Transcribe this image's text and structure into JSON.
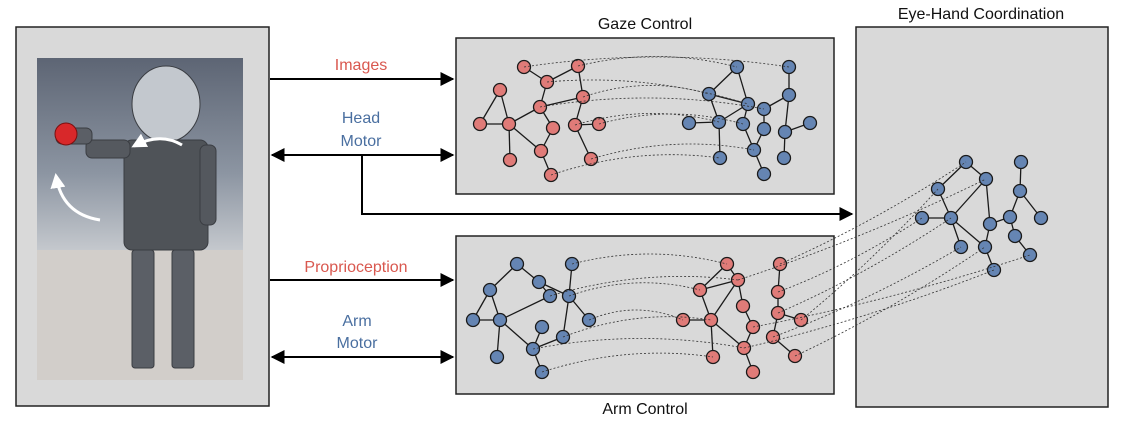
{
  "titles": {
    "gaze": "Gaze Control",
    "arm": "Arm Control",
    "eyehand": "Eye-Hand Coordination"
  },
  "arrows": {
    "images": "Images",
    "head_line1": "Head",
    "head_line2": "Motor",
    "proprioception": "Proprioception",
    "arm_line1": "Arm",
    "arm_line2": "Motor"
  },
  "colors": {
    "red_label": "#d9584f",
    "blue_label": "#4a6fa0",
    "red_node": "#e07b78",
    "blue_node": "#6585b3",
    "panel_fill": "#d9d9d9",
    "panel_stroke": "#222222",
    "robot_scene_top": "#5a6170",
    "robot_floor": "#cfcac6"
  },
  "icons": {
    "robot": "humanoid-robot-photo",
    "ball": "red-ball-icon",
    "rotation": "curved-arrow-icon"
  }
}
